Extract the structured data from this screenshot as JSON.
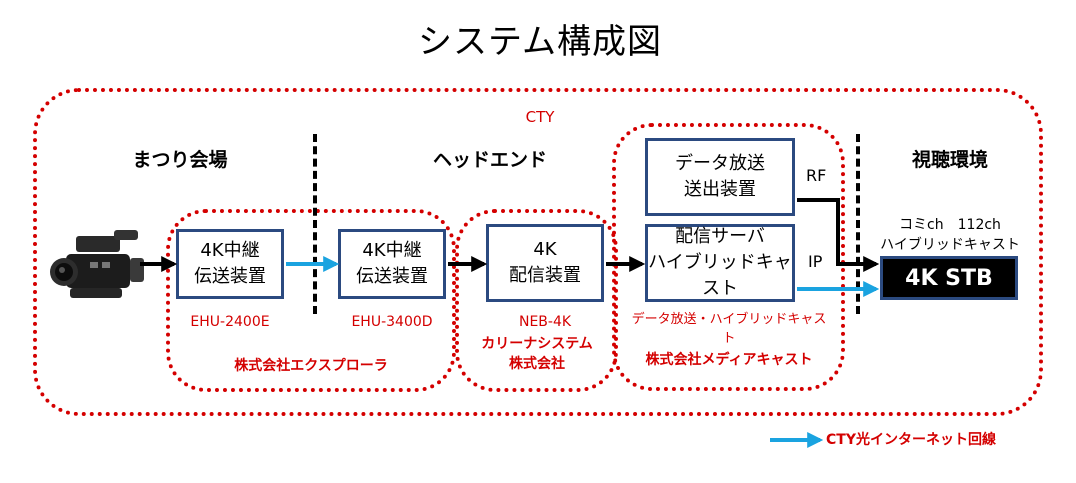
{
  "title": "システム構成図",
  "cty_label": "CTY",
  "sections": {
    "venue": "まつり会場",
    "headend": "ヘッドエンド",
    "viewing": "視聴環境"
  },
  "boxes": {
    "relay1": [
      "4K中継",
      "伝送装置"
    ],
    "relay2": [
      "4K中継",
      "伝送装置"
    ],
    "dist4k": [
      "4K",
      "配信装置"
    ],
    "data_tx": [
      "データ放送",
      "送出装置"
    ],
    "server": [
      "配信サーバ",
      "ハイブリッドキャスト"
    ]
  },
  "models": {
    "relay1": "EHU-2400E",
    "relay2": "EHU-3400D",
    "dist4k": "NEB-4K",
    "server": "データ放送・ハイブリッドキャスト"
  },
  "companies": {
    "explorer": "株式会社エクスプローラ",
    "karina": [
      "カリーナシステム",
      "株式会社"
    ],
    "media": "株式会社メディアキャスト"
  },
  "signal_labels": {
    "rf": "RF",
    "ip": "IP"
  },
  "channel": [
    "コミch　112ch",
    "ハイブリッドキャスト"
  ],
  "stb_label": "4K STB",
  "legend_label": "CTY光インターネット回線",
  "colors": {
    "red": "#d40000",
    "blue": "#1aa3e0",
    "box_border": "#2b4a80"
  }
}
